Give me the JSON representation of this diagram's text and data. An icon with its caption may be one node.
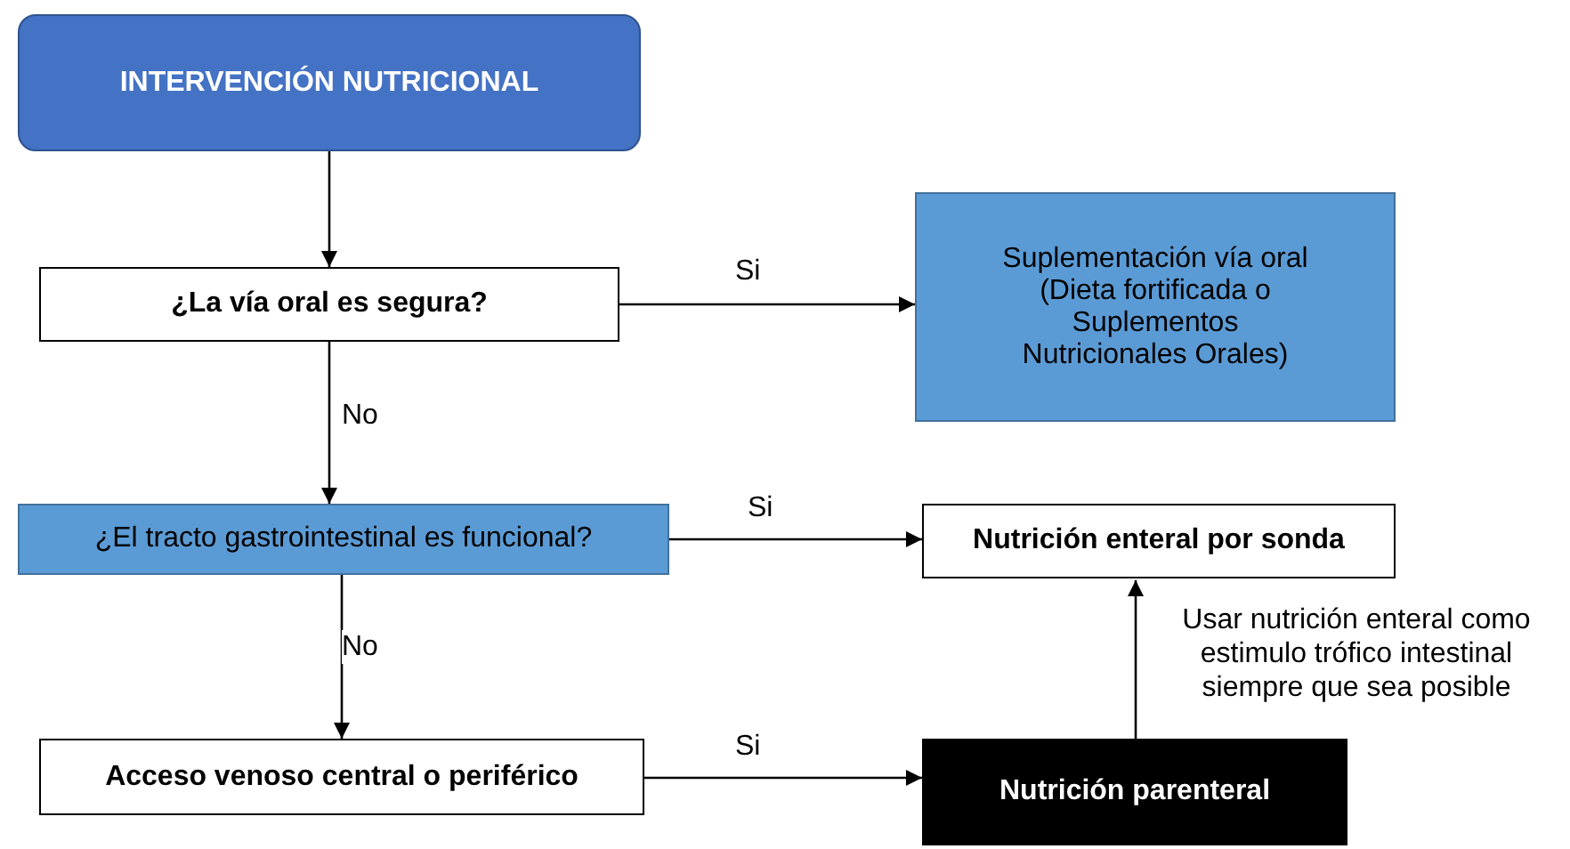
{
  "diagram": {
    "nodes": [
      {
        "text": [
          "INTERVENCIÓN NUTRICIONAL"
        ]
      },
      {
        "text": [
          "¿La vía oral es segura?"
        ]
      },
      {
        "text": [
          "Suplementación vía oral (Dieta fortificada o Suplementos Nutricionales Orales)"
        ]
      },
      {
        "text": [
          "¿El tracto gastrointestinal es funcional?"
        ]
      },
      {
        "text": [
          "Nutrición enteral por sonda"
        ]
      },
      {
        "text": [
          "Acceso venoso central o periférico"
        ]
      },
      {
        "text": [
          "Nutrición parenteral"
        ]
      }
    ],
    "edges": [
      {
        "from": 0,
        "to": 1,
        "arrow": "to"
      },
      {
        "from": 1,
        "to": 2,
        "arrow": "to",
        "label": "Si"
      },
      {
        "from": 1,
        "to": 3,
        "arrow": "to",
        "label": "No"
      },
      {
        "from": 3,
        "to": 4,
        "arrow": "to",
        "label": "Si"
      },
      {
        "from": 3,
        "to": 5,
        "arrow": "to",
        "label": "No"
      },
      {
        "from": 5,
        "to": 6,
        "arrow": "to",
        "label": "Si"
      },
      {
        "from": 6,
        "to": 4,
        "arrow": "to",
        "label": "Usar nutrición enteral como estimulo trófico intestinal siempre que sea posible"
      }
    ]
  }
}
